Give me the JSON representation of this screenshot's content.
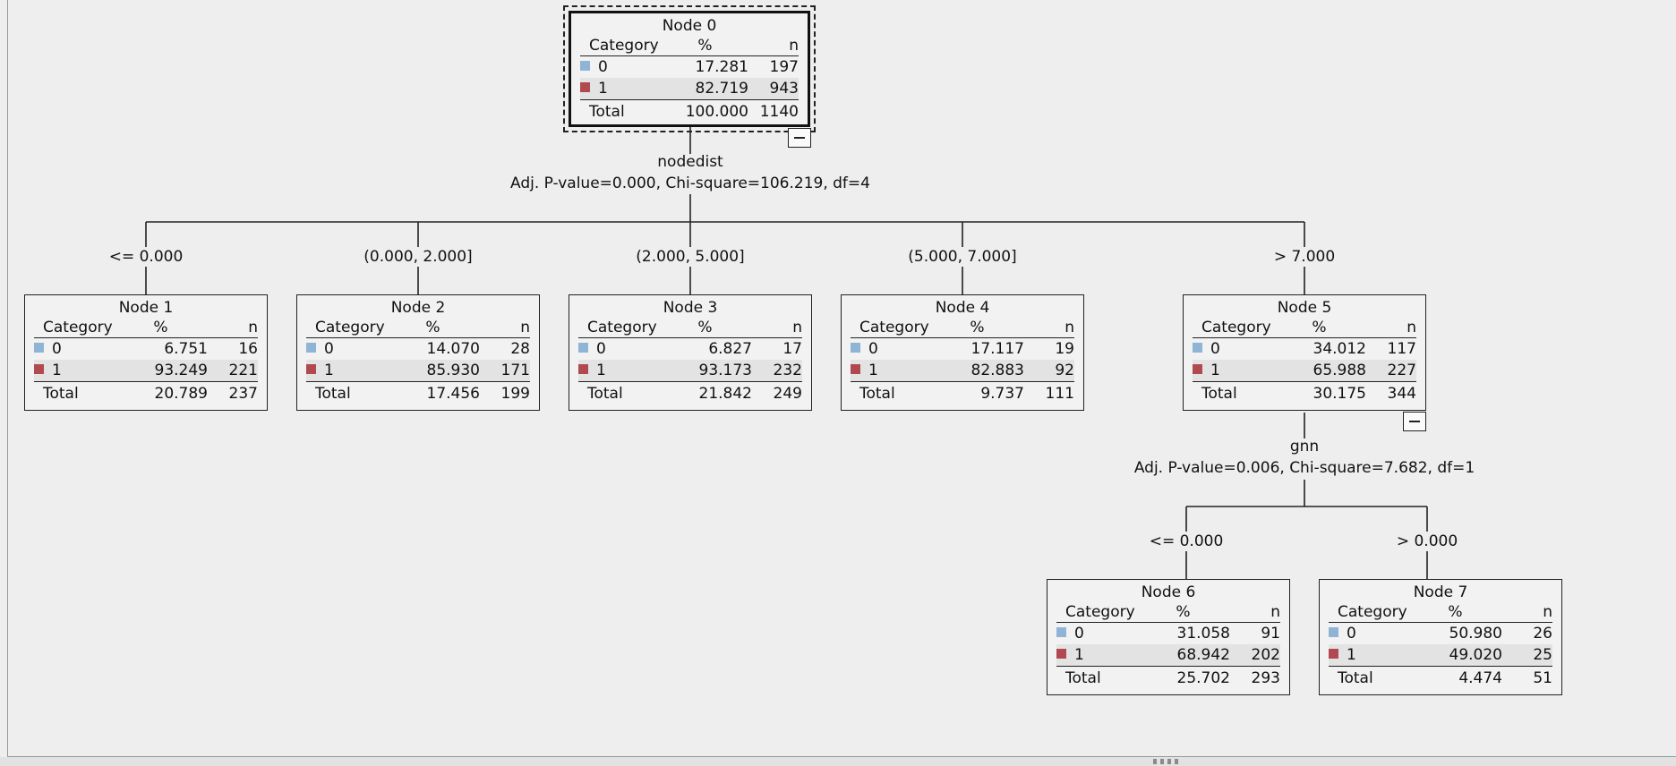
{
  "tree": {
    "header": {
      "category": "Category",
      "pct": "%",
      "n": "n"
    },
    "total_label": "Total",
    "category_colors": {
      "0": "#8fb4d5",
      "1": "#b04a50"
    },
    "nodes": {
      "n0": {
        "title": "Node 0",
        "rows": [
          {
            "cat": "0",
            "pct": "17.281",
            "n": "197"
          },
          {
            "cat": "1",
            "pct": "82.719",
            "n": "943"
          }
        ],
        "total_pct": "100.000",
        "total_n": "1140"
      },
      "n1": {
        "title": "Node 1",
        "rows": [
          {
            "cat": "0",
            "pct": "6.751",
            "n": "16"
          },
          {
            "cat": "1",
            "pct": "93.249",
            "n": "221"
          }
        ],
        "total_pct": "20.789",
        "total_n": "237"
      },
      "n2": {
        "title": "Node 2",
        "rows": [
          {
            "cat": "0",
            "pct": "14.070",
            "n": "28"
          },
          {
            "cat": "1",
            "pct": "85.930",
            "n": "171"
          }
        ],
        "total_pct": "17.456",
        "total_n": "199"
      },
      "n3": {
        "title": "Node 3",
        "rows": [
          {
            "cat": "0",
            "pct": "6.827",
            "n": "17"
          },
          {
            "cat": "1",
            "pct": "93.173",
            "n": "232"
          }
        ],
        "total_pct": "21.842",
        "total_n": "249"
      },
      "n4": {
        "title": "Node 4",
        "rows": [
          {
            "cat": "0",
            "pct": "17.117",
            "n": "19"
          },
          {
            "cat": "1",
            "pct": "82.883",
            "n": "92"
          }
        ],
        "total_pct": "9.737",
        "total_n": "111"
      },
      "n5": {
        "title": "Node 5",
        "rows": [
          {
            "cat": "0",
            "pct": "34.012",
            "n": "117"
          },
          {
            "cat": "1",
            "pct": "65.988",
            "n": "227"
          }
        ],
        "total_pct": "30.175",
        "total_n": "344"
      },
      "n6": {
        "title": "Node 6",
        "rows": [
          {
            "cat": "0",
            "pct": "31.058",
            "n": "91"
          },
          {
            "cat": "1",
            "pct": "68.942",
            "n": "202"
          }
        ],
        "total_pct": "25.702",
        "total_n": "293"
      },
      "n7": {
        "title": "Node 7",
        "rows": [
          {
            "cat": "0",
            "pct": "50.980",
            "n": "26"
          },
          {
            "cat": "1",
            "pct": "49.020",
            "n": "25"
          }
        ],
        "total_pct": "4.474",
        "total_n": "51"
      }
    },
    "splits": {
      "root": {
        "variable": "nodedist",
        "stats": "Adj. P-value=0.000, Chi-square=106.219, df=4"
      },
      "node5": {
        "variable": "gnn",
        "stats": "Adj. P-value=0.006, Chi-square=7.682, df=1"
      }
    },
    "branch_labels": {
      "n1": "<= 0.000",
      "n2": "(0.000, 2.000]",
      "n3": "(2.000, 5.000]",
      "n4": "(5.000, 7.000]",
      "n5": "> 7.000",
      "n6": "<= 0.000",
      "n7": "> 0.000"
    }
  }
}
